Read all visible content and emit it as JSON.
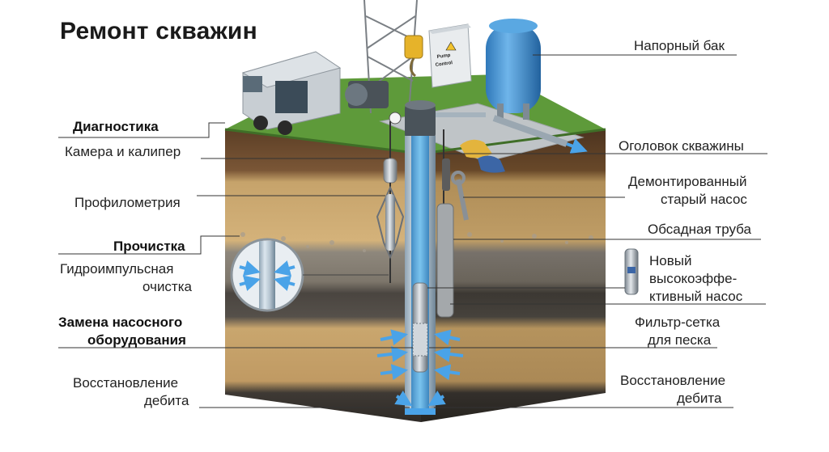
{
  "title": "Ремонт скважин",
  "equipment_text": {
    "pump_control_line1": "Pump",
    "pump_control_line2": "Control"
  },
  "labels_left": {
    "diagnostics": "Диагностика",
    "camera": "Камера и калипер",
    "profilometry": "Профилометрия",
    "cleaning": "Прочистка",
    "hydro_line1": "Гидроимпульсная",
    "hydro_line2": "очистка",
    "replace_line1": "Замена насосного",
    "replace_line2": "оборудования",
    "restore_line1": "Восстановление",
    "restore_line2": "дебита"
  },
  "labels_right": {
    "pressure_tank": "Напорный бак",
    "wellhead": "Оголовок скважины",
    "old_pump_line1": "Демонтированный",
    "old_pump_line2": "старый насос",
    "casing": "Обсадная труба",
    "new_pump_line1": "Новый",
    "new_pump_line2": "высокоэффе-",
    "new_pump_line3": "ктивный насос",
    "filter_line1": "Фильтр-сетка",
    "filter_line2": "для песка",
    "restore_line1": "Восстановление",
    "restore_line2": "дебита"
  },
  "colors": {
    "grass": "#5e9a3a",
    "soil_top": "#6b4a2e",
    "sand": "#c9a46a",
    "gravel": "#8d8578",
    "clay_dark": "#4a4540",
    "tank": "#3c8fd4",
    "water": "#3a9ad9",
    "arrow": "#4aa3e8"
  }
}
